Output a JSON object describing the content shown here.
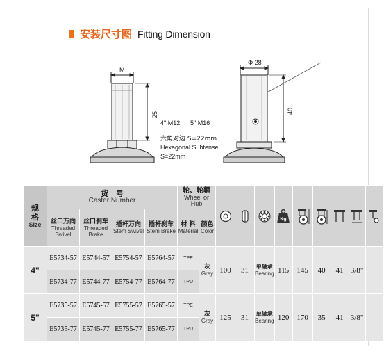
{
  "heading": {
    "zh": "安装尺寸图",
    "en": "Fitting Dimension",
    "accent": "#e2661c"
  },
  "drawing_left": {
    "m_label": "M",
    "height_label": "25",
    "thread_4": "4\" M12",
    "thread_5": "5\" M16",
    "hex_zh": "六角对边 S=22mm",
    "hex_en": "Hexagonal Subtense",
    "hex_en2": "S=22mm"
  },
  "drawing_right": {
    "diameter_label": "Φ 28",
    "height_label": "40"
  },
  "table": {
    "size_header": {
      "zh": "规格",
      "en": "Size"
    },
    "caster_header": {
      "zh": "货　号",
      "en": "Caster Number"
    },
    "wheel_header": {
      "zh": "轮、轮辋",
      "en": "Wheel or Hub"
    },
    "sub_headers": [
      {
        "zh": "丝口万向",
        "en": "Threaded Swivel"
      },
      {
        "zh": "丝口刹车",
        "en": "Threaded Brake"
      },
      {
        "zh": "插杆万向",
        "en": "Stem Swivel"
      },
      {
        "zh": "插杆刹车",
        "en": "Stem Brake"
      }
    ],
    "material_header": {
      "zh": "材 料",
      "en": "Material"
    },
    "color_header": {
      "zh": "颜色",
      "en": "Color"
    },
    "icon_names": [
      "wheel-diameter-icon",
      "wheel-width-icon",
      "bearing-icon",
      "load-kg-icon",
      "total-height-swivel-icon",
      "total-height-brake-icon",
      "mounting-width-icon",
      "mounting-height-icon",
      "swivel-offset-icon"
    ],
    "rows": [
      {
        "size": "4\"",
        "codes": [
          [
            "E5734-57",
            "E5744-57",
            "E5754-57",
            "E5764-57"
          ],
          [
            "E5734-77",
            "E5744-77",
            "E5754-77",
            "E5764-77"
          ]
        ],
        "materials": [
          "TPE",
          "TPU"
        ],
        "color_zh": "灰",
        "color_en": "Gray",
        "diameter": "100",
        "width": "31",
        "bearing_zh": "单轴承",
        "bearing_en": "Bearing",
        "load": "115",
        "height": "145",
        "offset": "40",
        "plate": "41",
        "thread": "3/8\""
      },
      {
        "size": "5\"",
        "codes": [
          [
            "E5735-57",
            "E5745-57",
            "E5755-57",
            "E5765-57"
          ],
          [
            "E5735-77",
            "E5745-77",
            "E5755-77",
            "E5765-77"
          ]
        ],
        "materials": [
          "TPE",
          "TPU"
        ],
        "color_zh": "灰",
        "color_en": "Gray",
        "diameter": "125",
        "width": "31",
        "bearing_zh": "单轴承",
        "bearing_en": "Bearing",
        "load": "120",
        "height": "170",
        "offset": "35",
        "plate": "41",
        "thread": "3/8\""
      }
    ]
  }
}
